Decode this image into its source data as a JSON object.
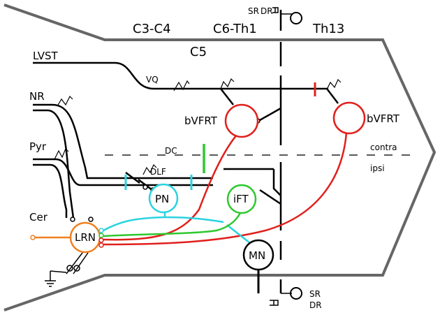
{
  "segments": {
    "rostral": "C3-C4",
    "middle": "C5",
    "caudal_1": "C6-Th1",
    "caudal_2": "Th13"
  },
  "tracts": {
    "lvst": "LVST",
    "nr": "NR",
    "pyr": "Pyr",
    "cer": "Cer",
    "vq": "VQ",
    "dc": "DC",
    "dlf": "DLF"
  },
  "sides": {
    "contra": "contra",
    "ipsi": "ipsi"
  },
  "nuclei": {
    "bvfrt_rostral": "bVFRT",
    "bvfrt_caudal": "bVFRT",
    "pn": "PN",
    "ift": "iFT",
    "lrn": "LRN",
    "mn": "MN"
  },
  "roots": {
    "top_sr": "SR",
    "top_dr": "DR",
    "bottom_sr": "SR",
    "bottom_dr": "DR"
  },
  "colors": {
    "outline": "#666666",
    "axon": "#000000",
    "bvfrt": "#e0201c",
    "pn": "#2ad3e0",
    "ift": "#2ec82e",
    "lrn": "#f08020"
  }
}
